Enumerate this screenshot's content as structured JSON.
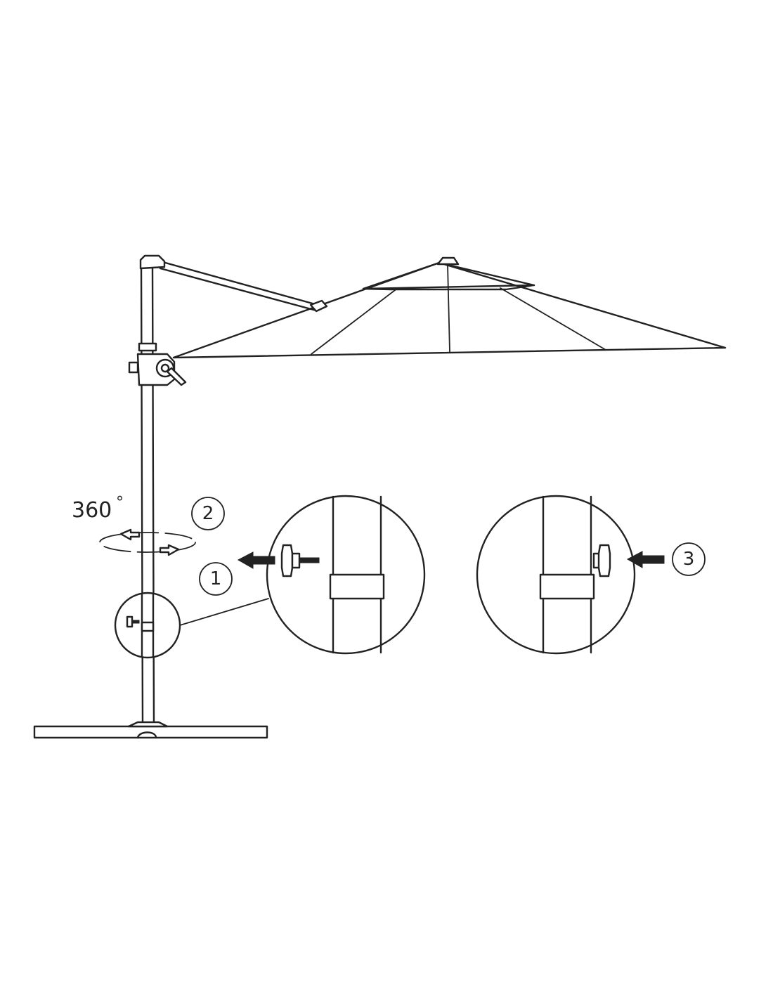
{
  "rotation_label": "360",
  "degree_symbol": "°",
  "steps": {
    "one": "1",
    "two": "2",
    "three": "3"
  },
  "colors": {
    "line": "#222222",
    "background": "#ffffff"
  }
}
